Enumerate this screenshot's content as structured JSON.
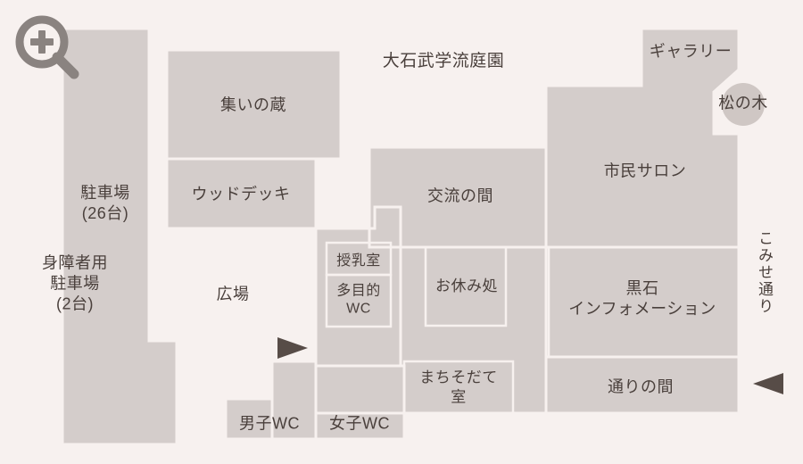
{
  "map": {
    "title": "大石武学流庭園",
    "background_color": "#f7f1ef",
    "room_fill_color": "#d4cdcb",
    "outline_color": "#f7f1ef",
    "text_color": "#4a403c",
    "zoom_icon": "magnifier-plus-icon",
    "street_label": "こみせ通り",
    "rooms": [
      {
        "id": "parking",
        "label": "駐車場\n(26台)"
      },
      {
        "id": "accessible_parking",
        "label": "身障者用\n駐車場\n(2台)"
      },
      {
        "id": "tsudoi_no_kura",
        "label": "集いの蔵"
      },
      {
        "id": "wood_deck",
        "label": "ウッドデッキ"
      },
      {
        "id": "hiroba",
        "label": "広場"
      },
      {
        "id": "kouryu_no_ma",
        "label": "交流の間"
      },
      {
        "id": "junyu_shitsu",
        "label": "授乳室"
      },
      {
        "id": "tamokuteki_wc",
        "label": "多目的\nWC"
      },
      {
        "id": "oyasumi_dokoro",
        "label": "お休み処"
      },
      {
        "id": "gallery",
        "label": "ギャラリー"
      },
      {
        "id": "matsu_no_ki",
        "label": "松の木"
      },
      {
        "id": "shimin_salon",
        "label": "市民サロン"
      },
      {
        "id": "kuroishi_info",
        "label": "黒石\nインフォメーション"
      },
      {
        "id": "toori_no_ma",
        "label": "通りの間"
      },
      {
        "id": "danshi_wc",
        "label": "男子WC"
      },
      {
        "id": "joshi_wc",
        "label": "女子WC"
      },
      {
        "id": "machisodate",
        "label": "まちそだて\n室"
      }
    ],
    "arrows": [
      {
        "id": "entrance-arrow-plaza",
        "direction": "right"
      },
      {
        "id": "entrance-arrow-street",
        "direction": "left"
      }
    ]
  }
}
